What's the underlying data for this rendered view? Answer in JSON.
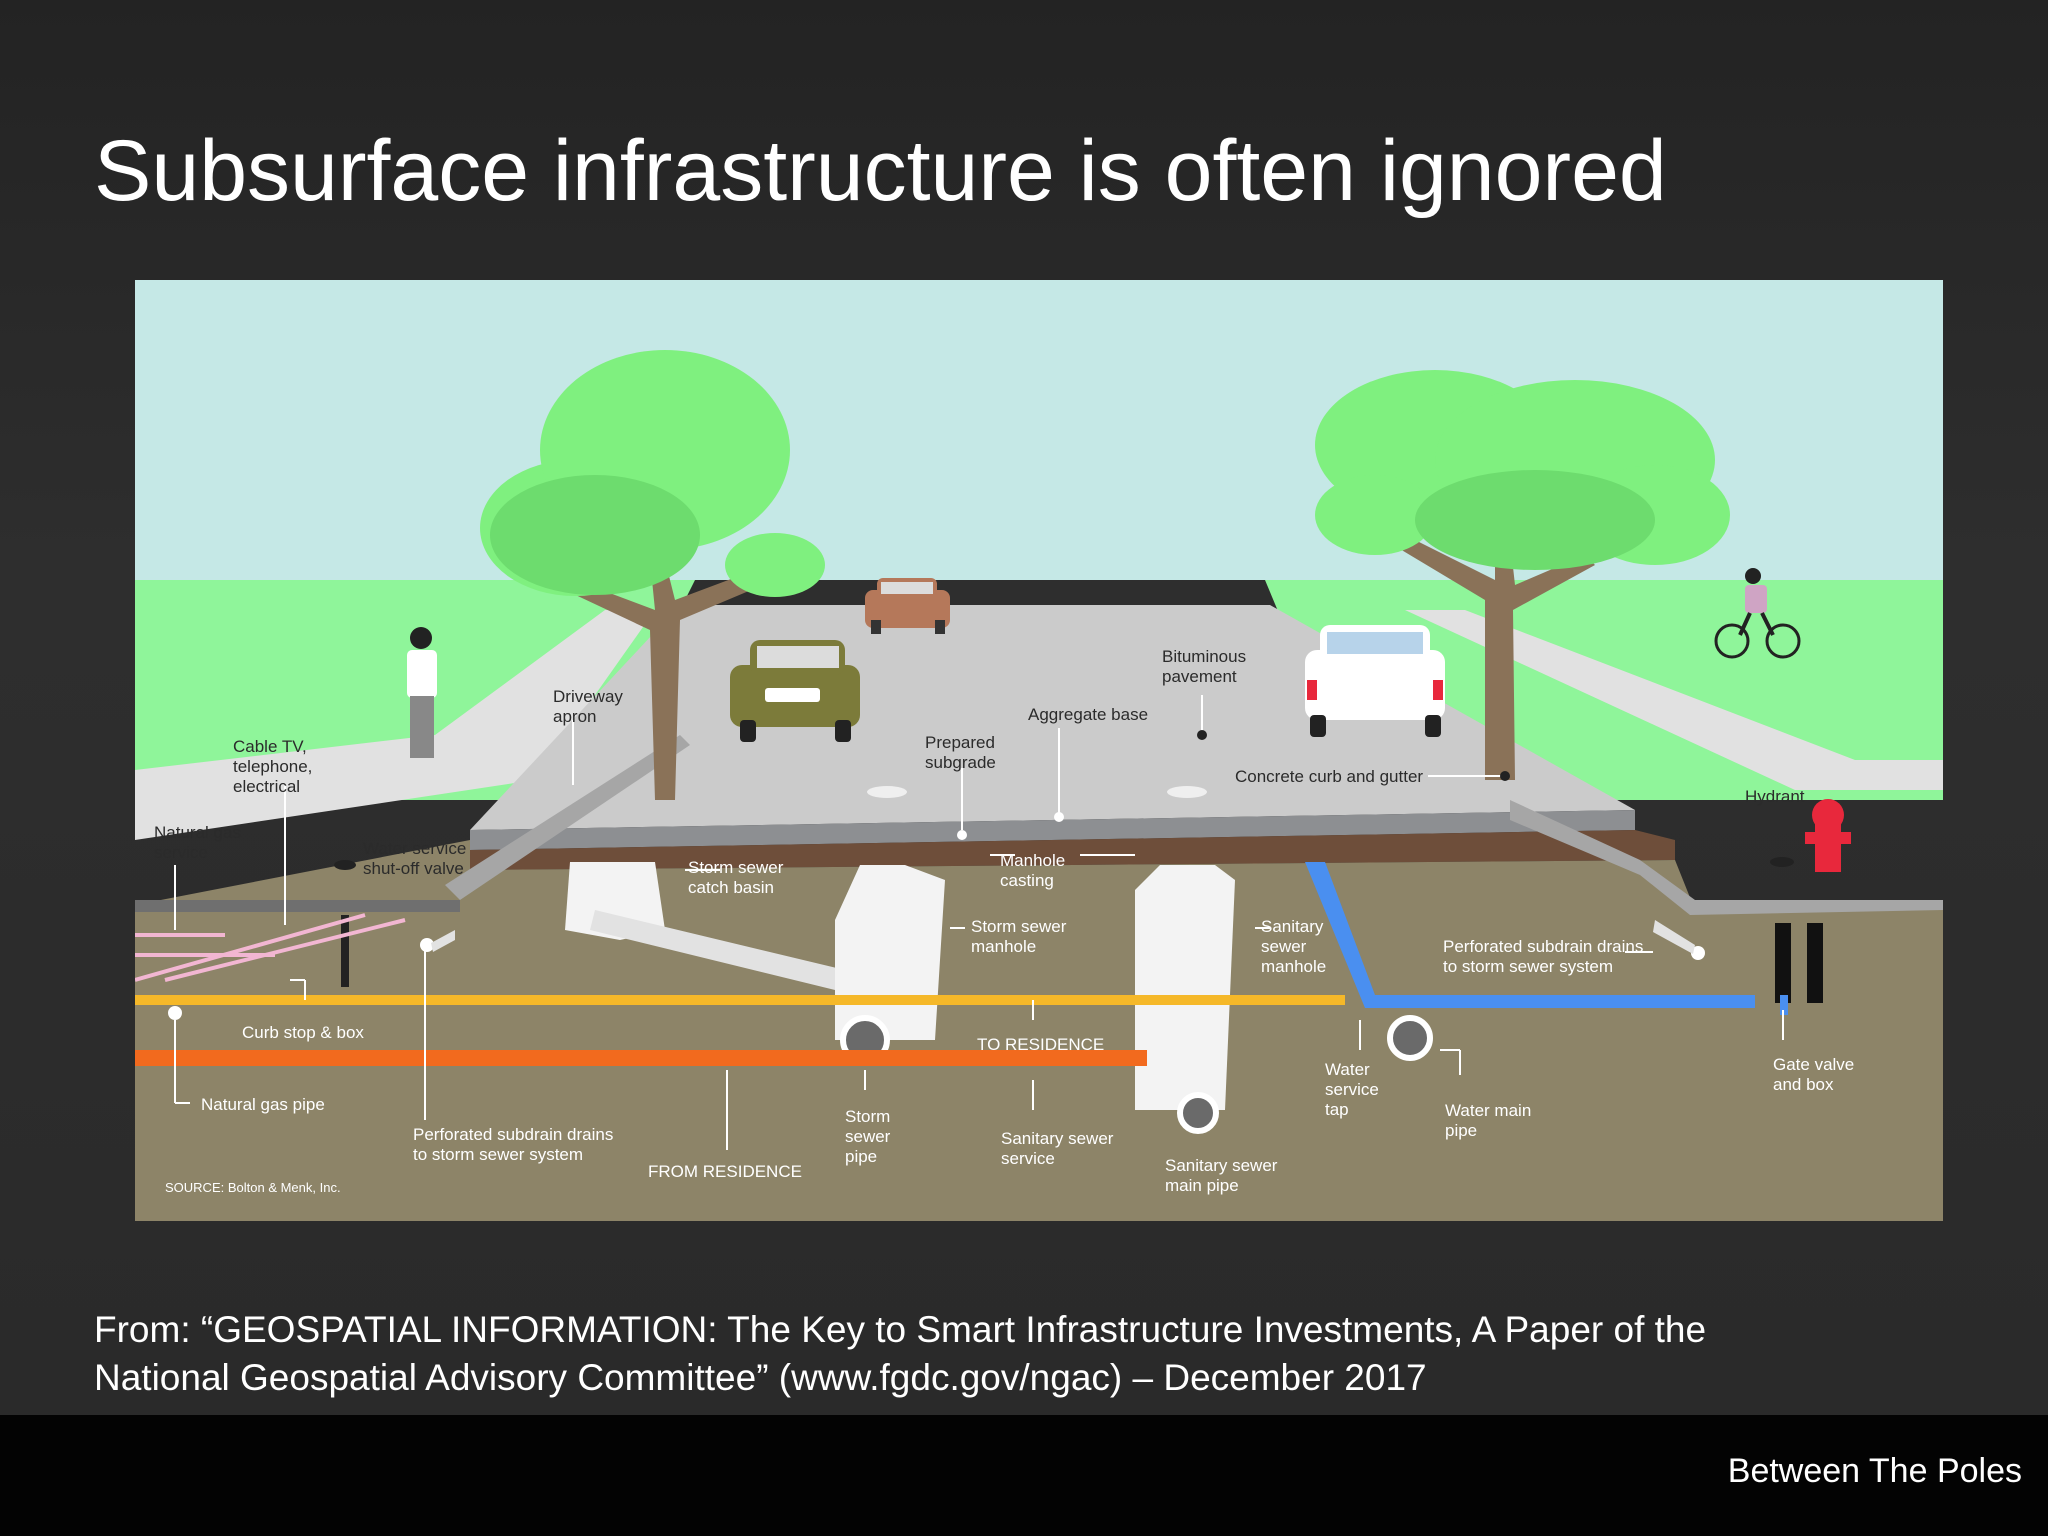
{
  "slide": {
    "title": "Subsurface infrastructure is often ignored",
    "caption_line1": "From: “GEOSPATIAL INFORMATION: The Key to Smart Infrastructure Investments, A Paper of the",
    "caption_line2": "National Geospatial Advisory Committee” (www.fgdc.gov/ngac) – December 2017",
    "brand": "Between The Poles"
  },
  "diagram": {
    "labels": {
      "driveway_apron": [
        "Driveway",
        "apron"
      ],
      "cable_tv": [
        "Cable TV,",
        "telephone,",
        "electrical"
      ],
      "natural_gas_service": [
        "Natural gas",
        "service"
      ],
      "water_service_shutoff": [
        "Water service",
        "shut-off valve"
      ],
      "storm_sewer_catch_basin": [
        "Storm sewer",
        "catch basin"
      ],
      "prepared_subgrade": [
        "Prepared",
        "subgrade"
      ],
      "aggregate_base": [
        "Aggregate base"
      ],
      "bituminous_pavement": [
        "Bituminous",
        "pavement"
      ],
      "concrete_curb": [
        "Concrete curb and gutter"
      ],
      "hydrant": [
        "Hydrant"
      ],
      "manhole_casting": [
        "Manhole",
        "casting"
      ],
      "storm_sewer_manhole": [
        "Storm sewer",
        "manhole"
      ],
      "sanitary_sewer_manhole": [
        "Sanitary",
        "sewer",
        "manhole"
      ],
      "perforated_subdrain_right": [
        "Perforated subdrain drains",
        "to storm sewer system"
      ],
      "curb_stop": [
        "Curb stop & box"
      ],
      "to_residence": [
        "TO RESIDENCE"
      ],
      "natural_gas_pipe": [
        "Natural gas pipe"
      ],
      "perforated_subdrain_left": [
        "Perforated subdrain drains",
        "to storm sewer system"
      ],
      "from_residence": [
        "FROM RESIDENCE"
      ],
      "storm_sewer_pipe": [
        "Storm",
        "sewer",
        "pipe"
      ],
      "sanitary_sewer_service": [
        "Sanitary sewer",
        "service"
      ],
      "sanitary_sewer_main": [
        "Sanitary sewer",
        "main pipe"
      ],
      "water_service_tap": [
        "Water",
        "service",
        "tap"
      ],
      "water_main_pipe": [
        "Water main",
        "pipe"
      ],
      "gate_valve": [
        "Gate valve",
        "and box"
      ],
      "source": [
        "SOURCE: Bolton & Menk, Inc."
      ]
    },
    "colors": {
      "sky": "#c5e8e6",
      "grass": "#8ff59a",
      "soil": "#8d8468",
      "road": "#cbcbcb",
      "gas_pipe": "#f5b829",
      "sewer_pipe_orange": "#f26a1e",
      "water_main": "#4a8ff0",
      "hydrant": "#e8283c",
      "gas_service": "#f2b6d2"
    }
  }
}
